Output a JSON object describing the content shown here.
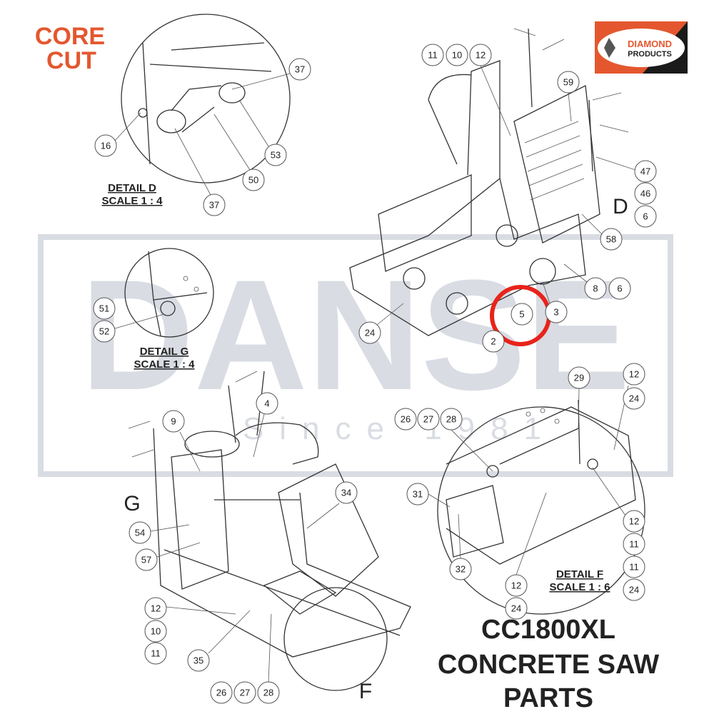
{
  "logos": {
    "left": {
      "line1": "CORE",
      "line2": "CUT",
      "color": "#e4572e"
    },
    "right": {
      "line1": "DIAMOND",
      "line2": "PRODUCTS",
      "accent": "#e4572e",
      "dark": "#1a1a1a"
    }
  },
  "watermark": {
    "word": "DANSE",
    "since": "Since 1981",
    "color": "#d9dce3"
  },
  "details": {
    "d": {
      "title": "DETAIL D",
      "scale": "SCALE 1 : 4",
      "letter": "D"
    },
    "g": {
      "title": "DETAIL G",
      "scale": "SCALE 1 : 4",
      "letter": "G"
    },
    "f": {
      "title": "DETAIL F",
      "scale": "SCALE 1 : 6",
      "letter": "F"
    }
  },
  "title": {
    "line1": "CC1800XL",
    "line2": "CONCRETE SAW",
    "line3": "PARTS"
  },
  "highlight": {
    "part": "5",
    "color": "#e8231a"
  },
  "callouts": [
    "37",
    "16",
    "50",
    "53",
    "37",
    "11",
    "10",
    "12",
    "59",
    "47",
    "46",
    "6",
    "58",
    "8",
    "6",
    "3",
    "5",
    "24",
    "2",
    "51",
    "52",
    "4",
    "9",
    "34",
    "54",
    "57",
    "12",
    "10",
    "11",
    "35",
    "26",
    "27",
    "28",
    "29",
    "12",
    "24",
    "26",
    "27",
    "28",
    "31",
    "12",
    "11",
    "11",
    "24",
    "32",
    "12",
    "24"
  ]
}
